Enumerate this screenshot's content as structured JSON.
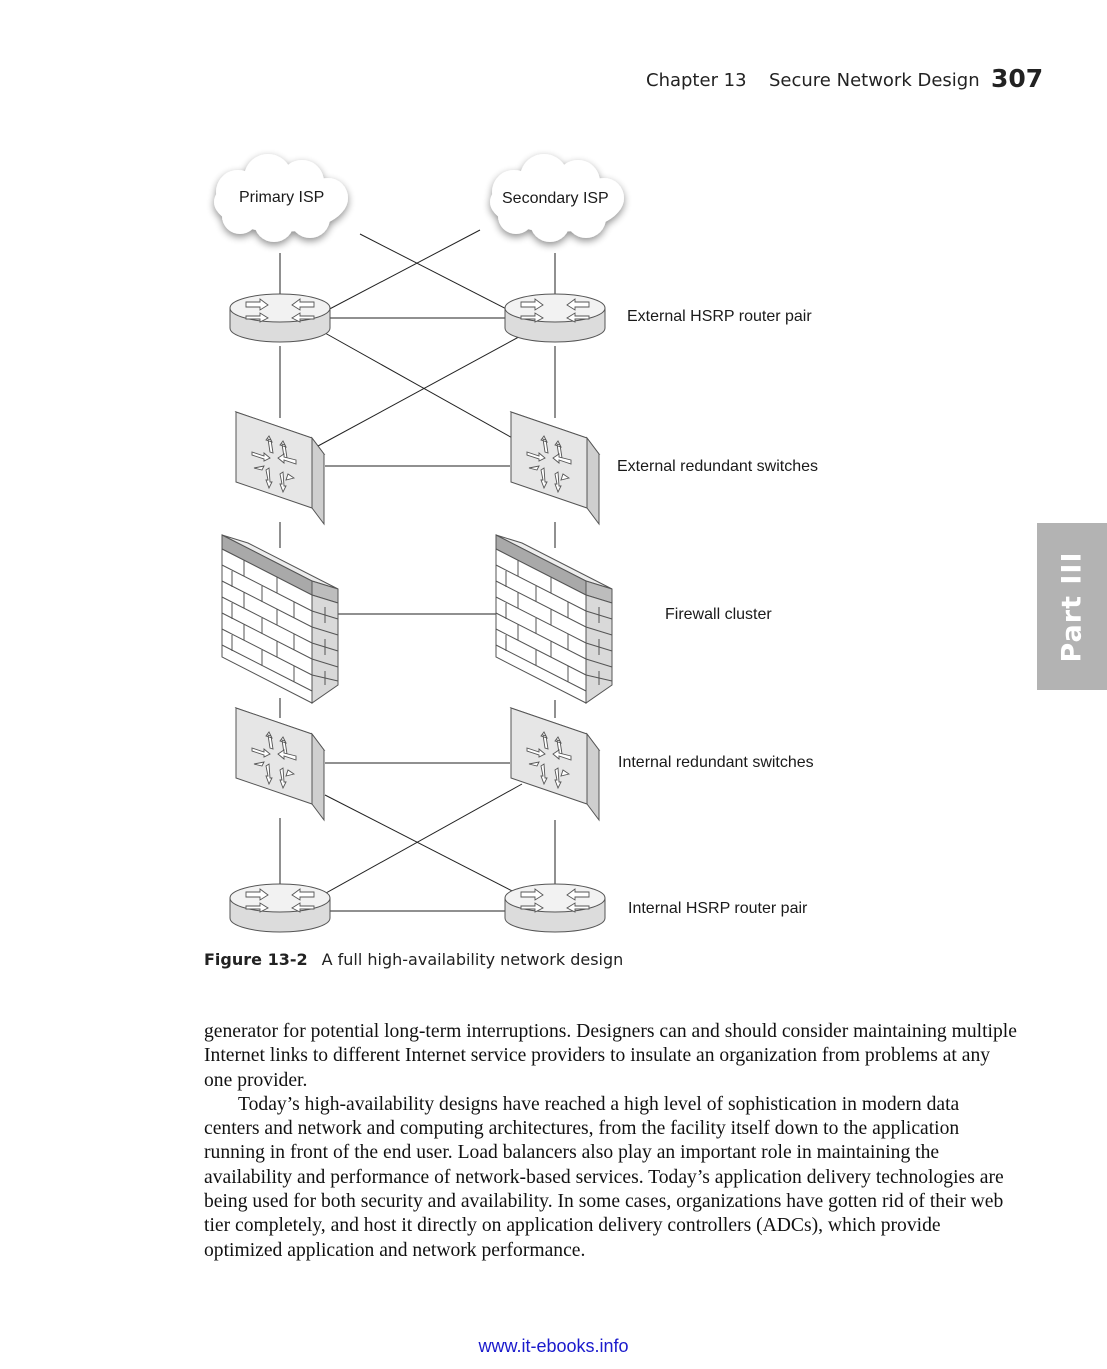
{
  "header": {
    "chapter": "Chapter 13",
    "title": "Secure Network Design",
    "page_number": "307"
  },
  "part_tab": "Part III",
  "diagram": {
    "isp_primary": "Primary ISP",
    "isp_secondary": "Secondary ISP",
    "labels": {
      "external_routers": "External HSRP router pair",
      "external_switches": "External redundant switches",
      "firewall": "Firewall cluster",
      "internal_switches": "Internal redundant switches",
      "internal_routers": "Internal HSRP router pair"
    }
  },
  "caption": {
    "number": "Figure 13-2",
    "text": "A full high-availability network design"
  },
  "body": {
    "para1": "generator for potential long-term interruptions. Designers can and should consider maintaining multiple Internet links to different Internet service providers to insulate an organization from problems at any one provider.",
    "para2": "Today’s high-availability designs have reached a high level of sophistication in modern data centers and network and computing architectures, from the facility itself down to the application running in front of the end user. Load balancers also play an important role in maintaining the availability and performance of network-based services. Today’s application delivery technologies are being used for both security and availability. In some cases, organizations have gotten rid of their web tier completely, and host it directly on application delivery controllers (ADCs), which provide optimized application and network performance."
  },
  "footer": {
    "link": "www.it-ebooks.info"
  }
}
